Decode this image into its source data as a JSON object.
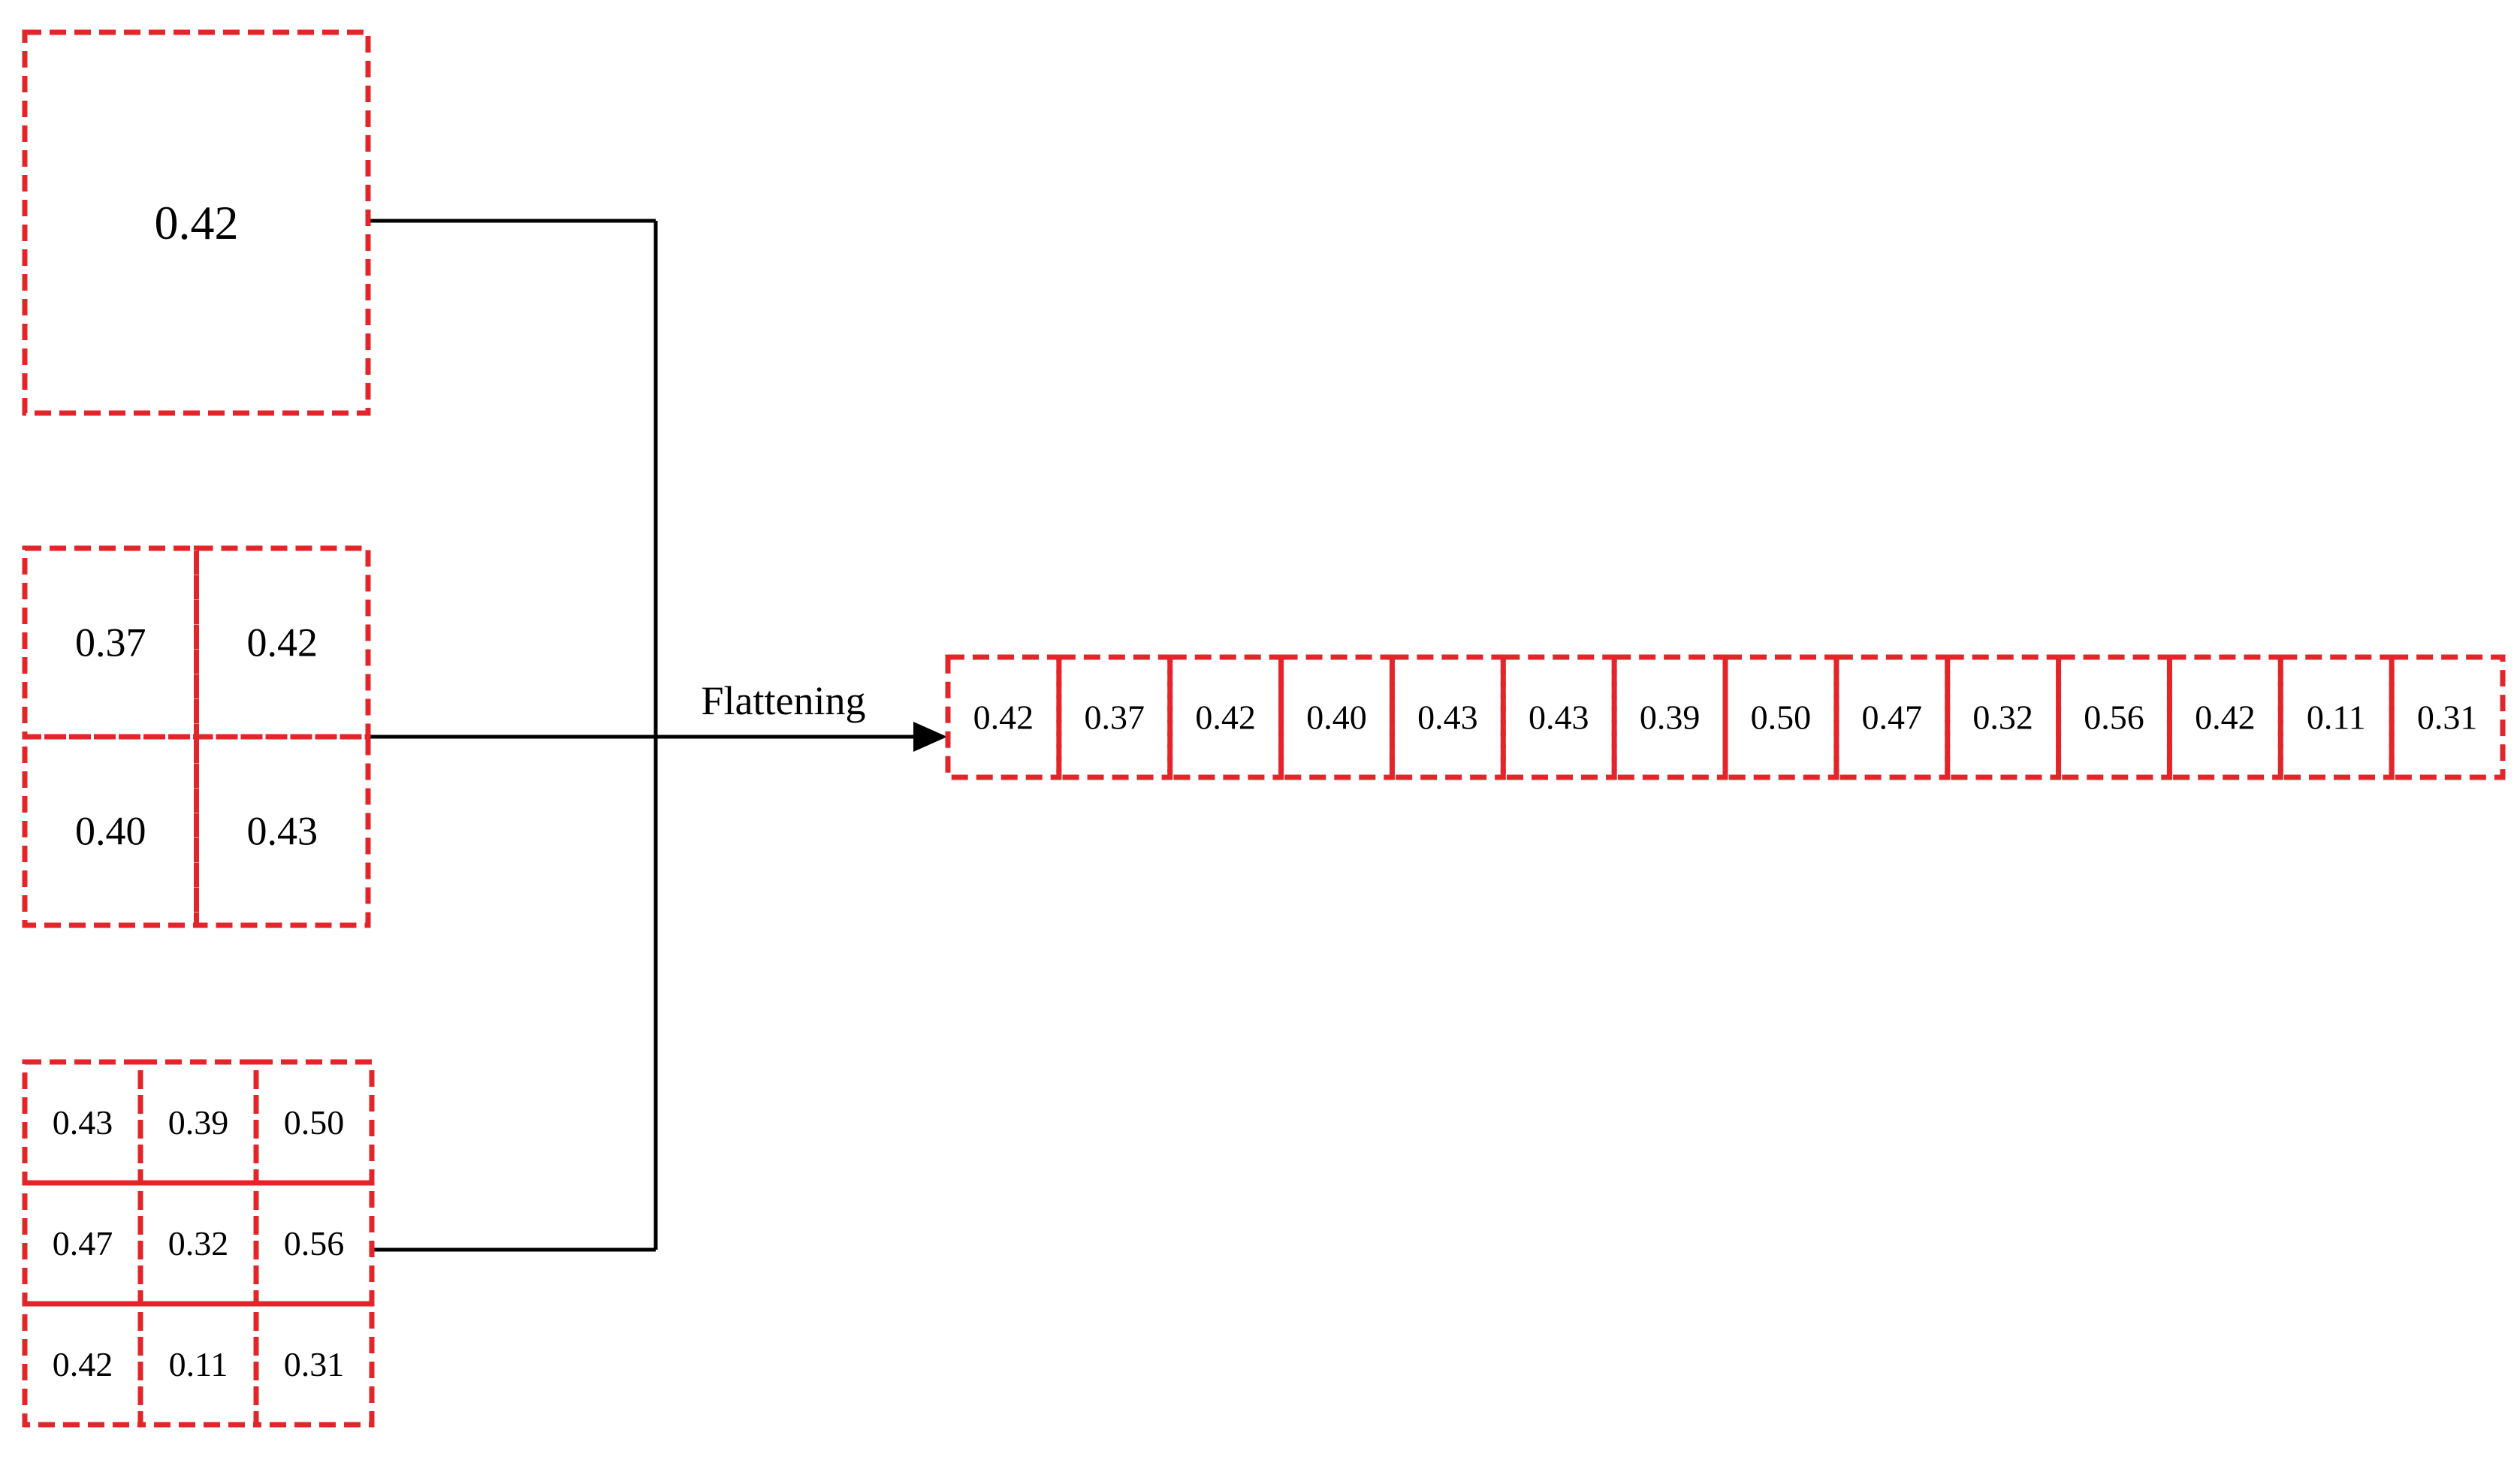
{
  "colors": {
    "box_border": "#e32428",
    "connector": "#000000",
    "text": "#000000",
    "background": "#ffffff"
  },
  "pool_1x1": {
    "values": [
      "0.42"
    ]
  },
  "pool_2x2": {
    "values": [
      "0.37",
      "0.42",
      "0.40",
      "0.43"
    ]
  },
  "pool_3x3": {
    "values": [
      "0.43",
      "0.39",
      "0.50",
      "0.47",
      "0.32",
      "0.56",
      "0.42",
      "0.11",
      "0.31"
    ]
  },
  "arrow_label": "Flattening",
  "flattened": {
    "values": [
      "0.42",
      "0.37",
      "0.42",
      "0.40",
      "0.43",
      "0.43",
      "0.39",
      "0.50",
      "0.47",
      "0.32",
      "0.56",
      "0.42",
      "0.11",
      "0.31"
    ]
  }
}
